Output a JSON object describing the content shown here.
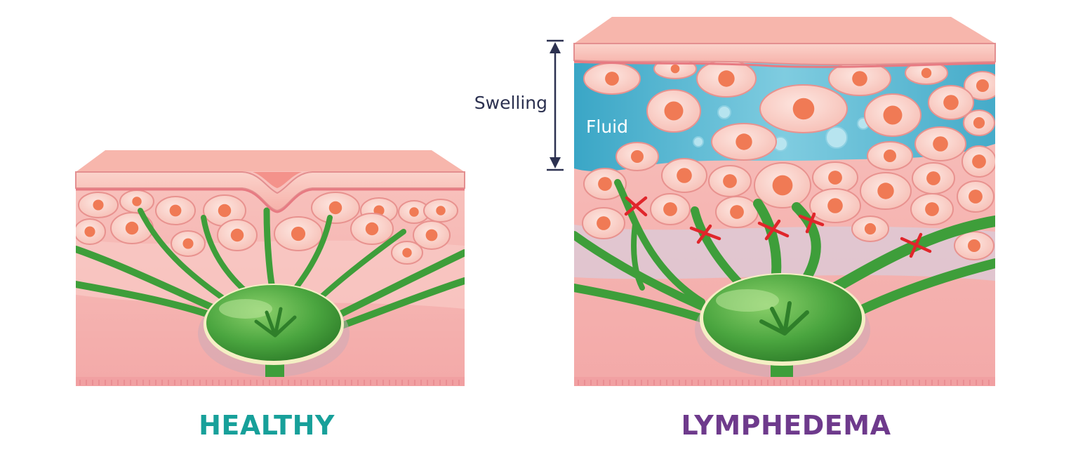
{
  "panels": {
    "healthy": {
      "caption": "HEALTHY",
      "caption_color": "#17a09a"
    },
    "lymphedema": {
      "caption": "LYMPHEDEMA",
      "caption_color": "#6e3a8c"
    }
  },
  "annotations": {
    "swelling": "Swelling",
    "fluid": "Fluid"
  },
  "colors": {
    "skin": "#f5b8b3",
    "epidermis": "#f9c9c1",
    "cell_fill": "#fbd6cf",
    "cell_nucleus": "#f07a55",
    "fluid": "#4fb4cf",
    "lymph_vessel": "#3e9e3a",
    "lymph_node": "#4aa53f",
    "blockage": "#e0262b",
    "text_dark": "#2c3150"
  }
}
